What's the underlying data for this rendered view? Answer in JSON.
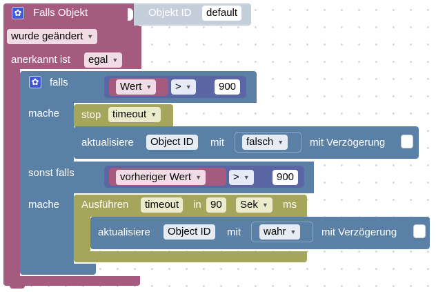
{
  "trigger": {
    "title": "Falls Objekt",
    "object_label": "Objekt ID",
    "object_value": "default",
    "changed_option": "wurde geändert",
    "ack_label": "anerkannt ist",
    "ack_option": "egal"
  },
  "if_block": {
    "if_label": "falls",
    "cond1": {
      "var": "Wert",
      "op": ">",
      "value": "900"
    },
    "do_label": "mache",
    "stop_label": "stop",
    "stop_option": "timeout",
    "update1": {
      "label": "aktualisiere",
      "object": "Object ID",
      "with_label": "mit",
      "value": "falsch",
      "delay_label": "mit Verzögerung"
    },
    "elseif_label": "sonst falls",
    "cond2": {
      "var": "vorheriger Wert",
      "op": ">",
      "value": "900"
    },
    "do2_label": "mache",
    "timeout": {
      "label": "Ausführen",
      "name": "timeout",
      "in_label": "in",
      "value": "90",
      "unit": "Sek",
      "suffix": "ms"
    },
    "update2": {
      "label": "aktualisiere",
      "object": "Object ID",
      "with_label": "mit",
      "value": "wahr",
      "delay_label": "mit Verzögerung"
    }
  },
  "colors": {
    "trigger_block": "#a55b80",
    "logic_block": "#5b80a5",
    "timeout_block": "#a5a55b",
    "variable_block": "#a55b80",
    "number_block": "#5b67a5"
  }
}
